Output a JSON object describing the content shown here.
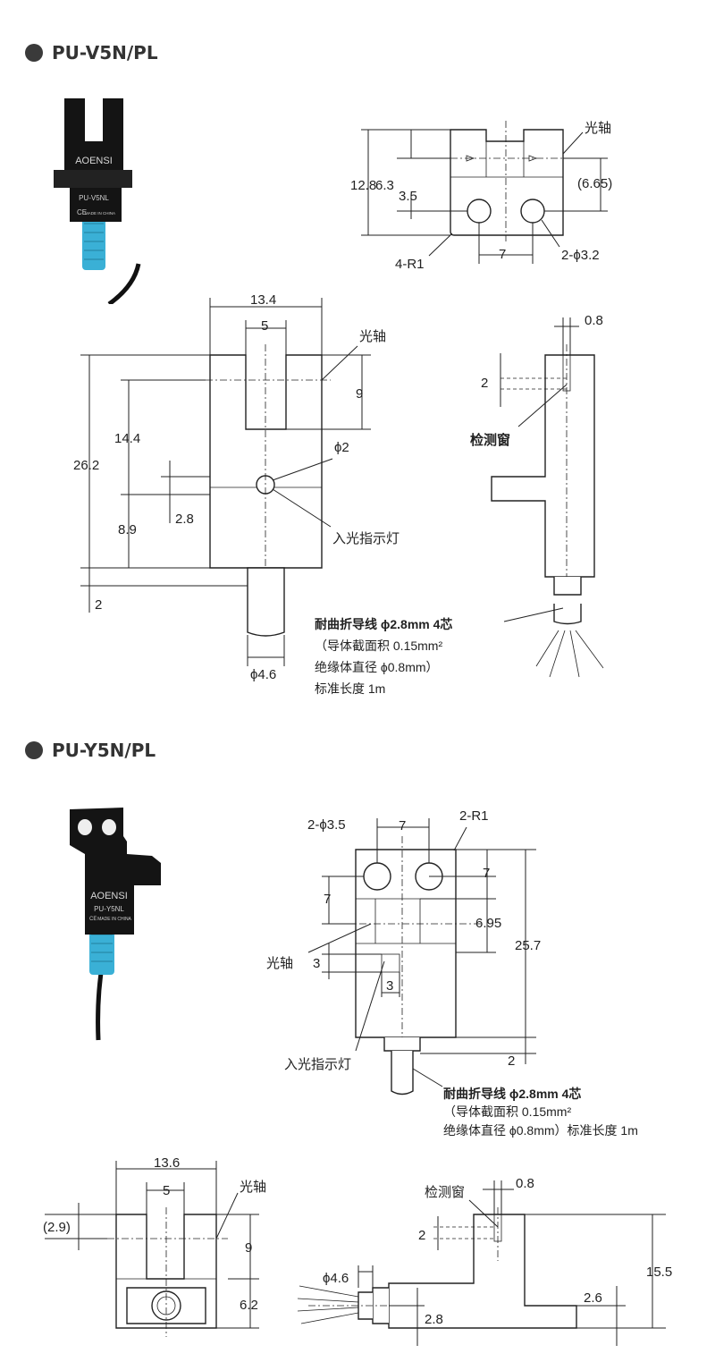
{
  "section1": {
    "title": "PU-V5N/PL",
    "photo": {
      "brand": "AOENSI",
      "model": "PU-V5NL",
      "ce": "CE",
      "made_in": "MADE IN CHINA",
      "housing_color": "#141414",
      "cable_color": "#3ab0d6"
    },
    "top_view": {
      "dims": [
        "6.3",
        "12.8",
        "3.5",
        "(6.65)",
        "7"
      ],
      "callouts": {
        "optical_axis": "光轴",
        "radius": "4-R1",
        "holes": "2-ϕ3.2"
      }
    },
    "front_view": {
      "dims": [
        "13.4",
        "5",
        "9",
        "14.4",
        "26.2",
        "8.9",
        "2.8",
        "2",
        "ϕ4.6",
        "ϕ2"
      ],
      "callouts": {
        "optical_axis": "光轴",
        "indicator": "入光指示灯"
      },
      "cable_note": [
        "耐曲折导线 ϕ2.8mm  4芯",
        "（导体截面积 0.15mm²",
        "绝缘体直径 ϕ0.8mm）",
        "标准长度 1m"
      ]
    },
    "side_view": {
      "dims": [
        "0.8",
        "2"
      ],
      "callouts": {
        "window": "检测窗"
      }
    }
  },
  "section2": {
    "title": "PU-Y5N/PL",
    "photo": {
      "brand": "AOENSI",
      "model": "PU-Y5NL",
      "ce": "CE",
      "made_in": "MADE IN CHINA",
      "housing_color": "#141414",
      "cable_color": "#3ab0d6"
    },
    "front_view": {
      "dims": [
        "2-ϕ3.5",
        "7",
        "2-R1",
        "7",
        "7",
        "6.95",
        "25.7",
        "3",
        "3",
        "2"
      ],
      "callouts": {
        "optical_axis": "光轴",
        "indicator": "入光指示灯"
      },
      "cable_note": [
        "耐曲折导线 ϕ2.8mm  4芯",
        "（导体截面积 0.15mm²",
        "绝缘体直径 ϕ0.8mm）标准长度 1m"
      ]
    },
    "top_view": {
      "dims": [
        "13.6",
        "5",
        "(2.9)",
        "9",
        "6.2"
      ],
      "callouts": {
        "optical_axis": "光轴"
      }
    },
    "side_view": {
      "dims": [
        "0.8",
        "2",
        "15.5",
        "ϕ4.6",
        "2.6",
        "2.8"
      ],
      "callouts": {
        "window": "检测窗"
      }
    }
  }
}
